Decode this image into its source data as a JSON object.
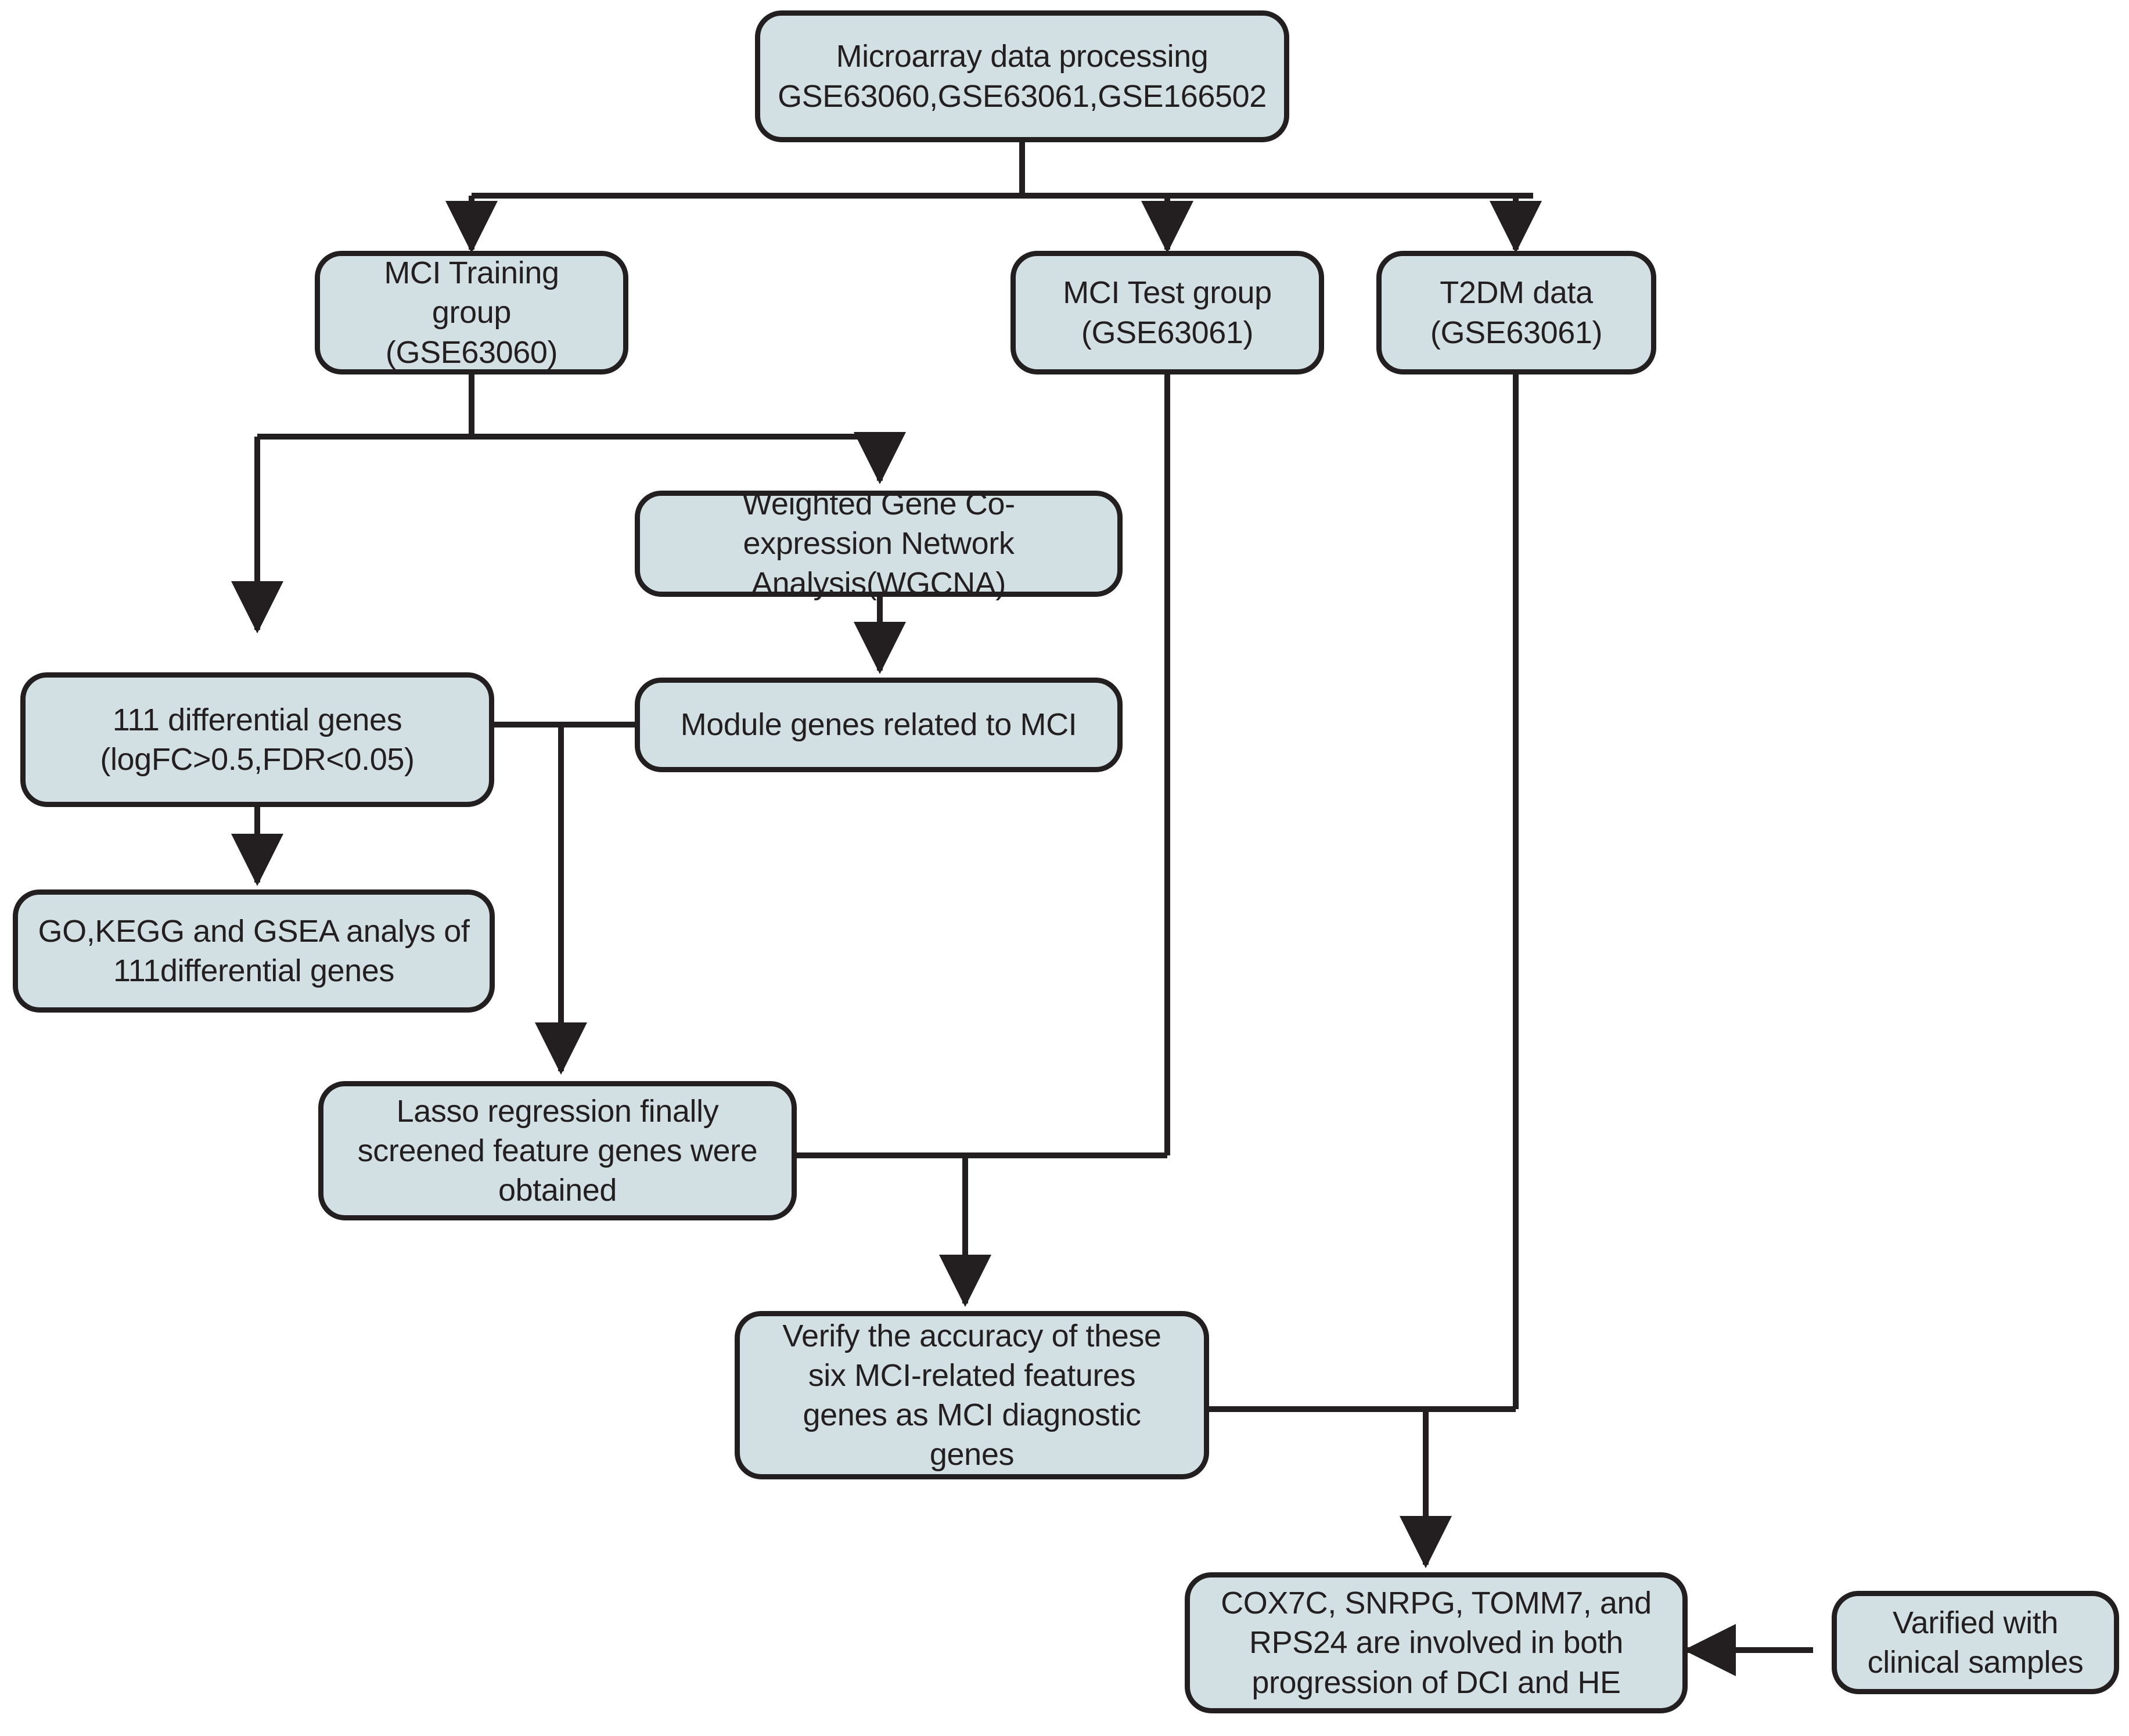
{
  "diagram": {
    "title": "Study workflow flowchart",
    "colors": {
      "node_fill": "#d3e0e3",
      "node_stroke": "#231f20",
      "connector": "#231f20",
      "background": "#ffffff"
    },
    "nodes": [
      {
        "id": "microarray",
        "label": "Microarray data processing\nGSE63060,GSE63061,GSE166502"
      },
      {
        "id": "mci-training",
        "label": "MCI Training\ngroup\n(GSE63060)"
      },
      {
        "id": "mci-test",
        "label": "MCI Test group\n(GSE63061)"
      },
      {
        "id": "t2dm",
        "label": "T2DM data\n(GSE63061)"
      },
      {
        "id": "wgcna",
        "label": "Weighted Gene Co-\nexpression Network\nAnalysis(WGCNA)"
      },
      {
        "id": "diff-genes",
        "label": "111 differential genes\n(logFC>0.5,FDR<0.05)"
      },
      {
        "id": "module-genes",
        "label": "Module genes related to MCI"
      },
      {
        "id": "go-kegg",
        "label": "GO,KEGG and GSEA analys of\n111differential genes"
      },
      {
        "id": "lasso",
        "label": "Lasso regression finally\nscreened feature genes were\nobtained"
      },
      {
        "id": "verify",
        "label": "Verify the accuracy of these\nsix MCI-related features\ngenes as MCI diagnostic\ngenes"
      },
      {
        "id": "result-genes",
        "label": "COX7C, SNRPG, TOMM7, and\nRPS24 are involved in both\nprogression of DCI and HE"
      },
      {
        "id": "clinical",
        "label": "Varified with\nclinical samples"
      }
    ],
    "edges": [
      {
        "from": "microarray",
        "to": "mci-training"
      },
      {
        "from": "microarray",
        "to": "mci-test"
      },
      {
        "from": "microarray",
        "to": "t2dm"
      },
      {
        "from": "mci-training",
        "to": "diff-genes"
      },
      {
        "from": "mci-training",
        "to": "wgcna"
      },
      {
        "from": "wgcna",
        "to": "module-genes"
      },
      {
        "from": "diff-genes",
        "to": "go-kegg"
      },
      {
        "from": "diff-genes",
        "to": "lasso"
      },
      {
        "from": "module-genes",
        "to": "lasso"
      },
      {
        "from": "lasso",
        "to": "verify"
      },
      {
        "from": "mci-test",
        "to": "verify"
      },
      {
        "from": "verify",
        "to": "result-genes"
      },
      {
        "from": "t2dm",
        "to": "result-genes"
      },
      {
        "from": "clinical",
        "to": "result-genes"
      }
    ]
  }
}
